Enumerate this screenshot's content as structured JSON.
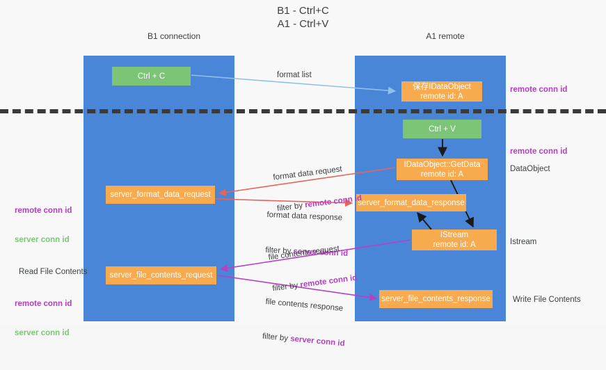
{
  "title": "B1 - Ctrl+C\nA1 - Ctrl+V",
  "columns": {
    "left": {
      "name": "B1",
      "role": "connection",
      "label": "B1\nconnection"
    },
    "right": {
      "name": "A1",
      "role": "remote",
      "label": "A1\nremote"
    }
  },
  "colors": {
    "lane": "#4a86d8",
    "green_box": "#7cc576",
    "orange_box": "#f8ab4e",
    "remote_conn_id": "#b23fbf",
    "server_conn_id_green": "#7cc576",
    "server_conn_id_purple": "#b23fbf",
    "edge_format_list": "#8fc2e8",
    "edge_format_data": "#e8645a",
    "edge_file_contents": "#b93fc4",
    "edge_internal": "#1a1a1a",
    "divider": "#3a3a3a",
    "background": "#f8f8f8"
  },
  "boxes": {
    "ctrl_c": "Ctrl + C",
    "ctrl_v": "Ctrl + V",
    "save_idataobject": "保存IDataObject\nremote id: A",
    "getdata": "IDataObject::GetData\nremote id: A",
    "server_format_data_request": "server_format_data_request",
    "server_format_data_response": "server_format_data_response",
    "istream": "IStream\nremote id: A",
    "server_file_contents_request": "server_file_contents_request",
    "server_file_contents_response": "server_file_contents_response"
  },
  "edge_labels": {
    "format_list": "format list",
    "format_data_request": "format data request",
    "format_data_request_filter_prefix": "filter by ",
    "format_data_request_filter_key": "remote conn id",
    "format_data_response": "format data response",
    "format_data_response_filter_prefix": "filter by ",
    "format_data_response_filter_key": "server conn id",
    "file_contents_request": "file contents request",
    "file_contents_request_filter_prefix": "filter by ",
    "file_contents_request_filter_key": "remote conn id",
    "file_contents_response": "file contents response",
    "file_contents_response_filter_prefix": "filter by ",
    "file_contents_response_filter_key": "server conn id"
  },
  "annotations": {
    "right": {
      "remote_conn_id_top": "remote conn id",
      "remote_conn_id_mid": "remote conn id",
      "data_object": "DataObject",
      "istream": "Istream",
      "write_file_contents": "Write File Contents"
    },
    "left": {
      "remote_conn_id_mid": "remote conn id",
      "server_conn_id_mid": "server conn id",
      "read_file_contents": "Read File Contents",
      "remote_conn_id_low": "remote conn id",
      "server_conn_id_low": "server conn id"
    }
  }
}
